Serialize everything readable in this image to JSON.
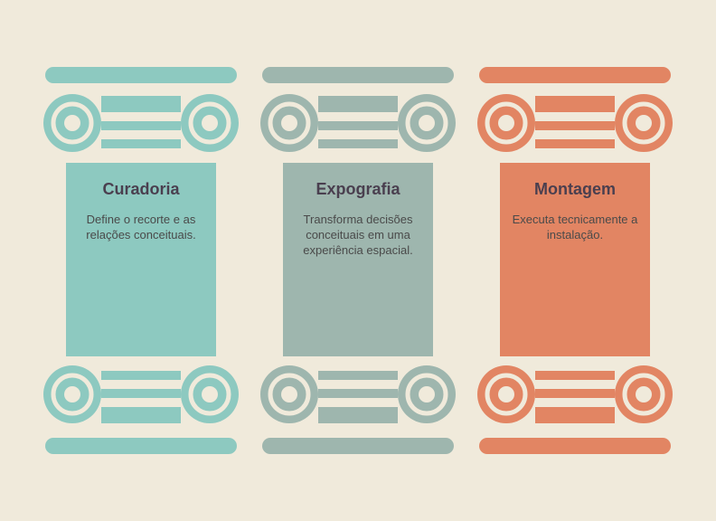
{
  "colors": {
    "background": "#f0eadb",
    "curadoria": "#8dc9c0",
    "expografia": "#9eb6ae",
    "montagem": "#e28563"
  },
  "columns": [
    {
      "id": "curadoria",
      "title": "Curadoria",
      "description": "Define o recorte e as relações conceituais."
    },
    {
      "id": "expografia",
      "title": "Expografia",
      "description": "Transforma decisões conceituais em uma experiência espacial."
    },
    {
      "id": "montagem",
      "title": "Montagem",
      "description": "Executa tecnicamente a instalação."
    }
  ]
}
